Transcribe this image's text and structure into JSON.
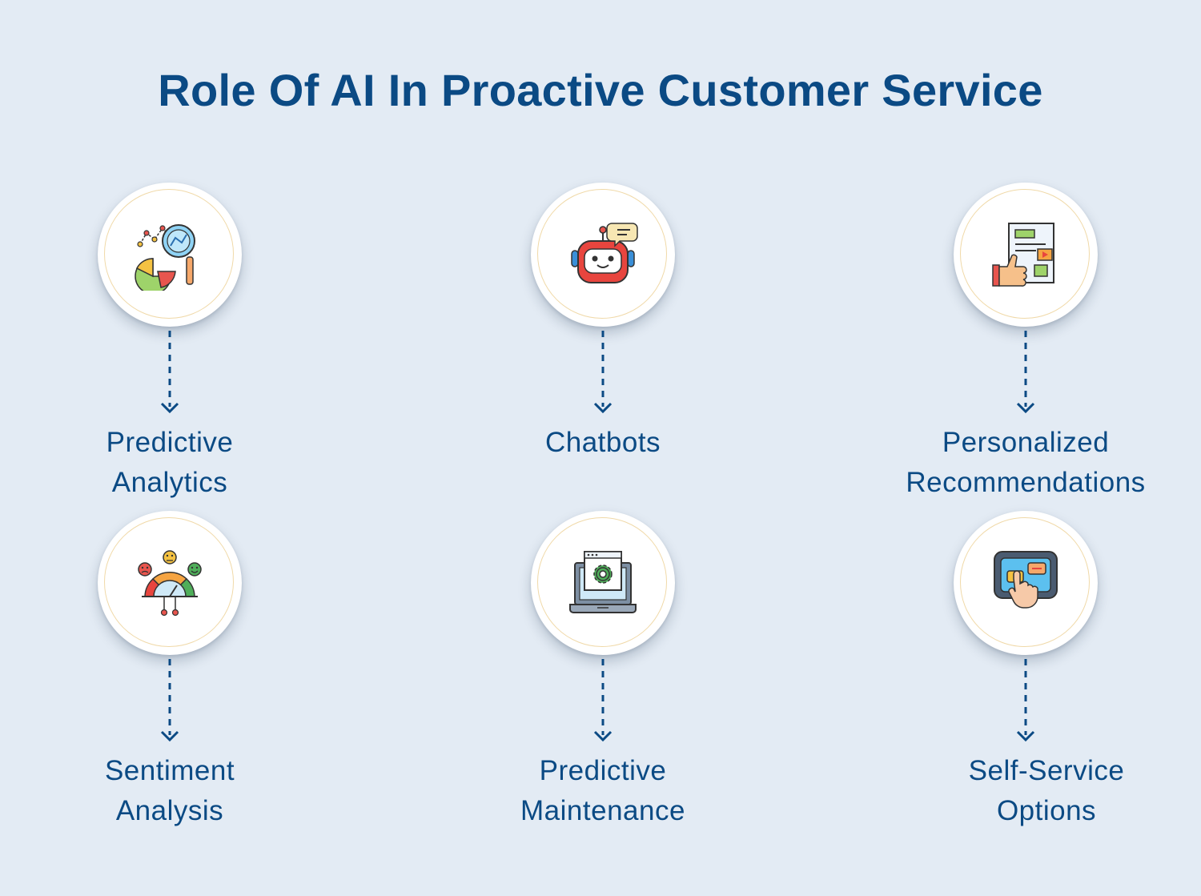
{
  "title": "Role Of AI In Proactive Customer Service",
  "colors": {
    "background": "#e3ebf4",
    "text": "#0b4a84",
    "circle": "#ffffff",
    "ring": "#f0d9a8"
  },
  "items": [
    {
      "icon": "analytics-icon",
      "label_lines": [
        "Predictive",
        "Analytics"
      ]
    },
    {
      "icon": "chatbot-icon",
      "label_lines": [
        "Chatbots"
      ]
    },
    {
      "icon": "recommendation-icon",
      "label_lines": [
        "Personalized",
        "Recommendations"
      ]
    },
    {
      "icon": "sentiment-gauge-icon",
      "label_lines": [
        "Sentiment",
        "Analysis"
      ]
    },
    {
      "icon": "maintenance-laptop-icon",
      "label_lines": [
        "Predictive",
        "Maintenance"
      ]
    },
    {
      "icon": "self-service-touchscreen-icon",
      "label_lines": [
        "Self-Service",
        "Options"
      ]
    }
  ]
}
